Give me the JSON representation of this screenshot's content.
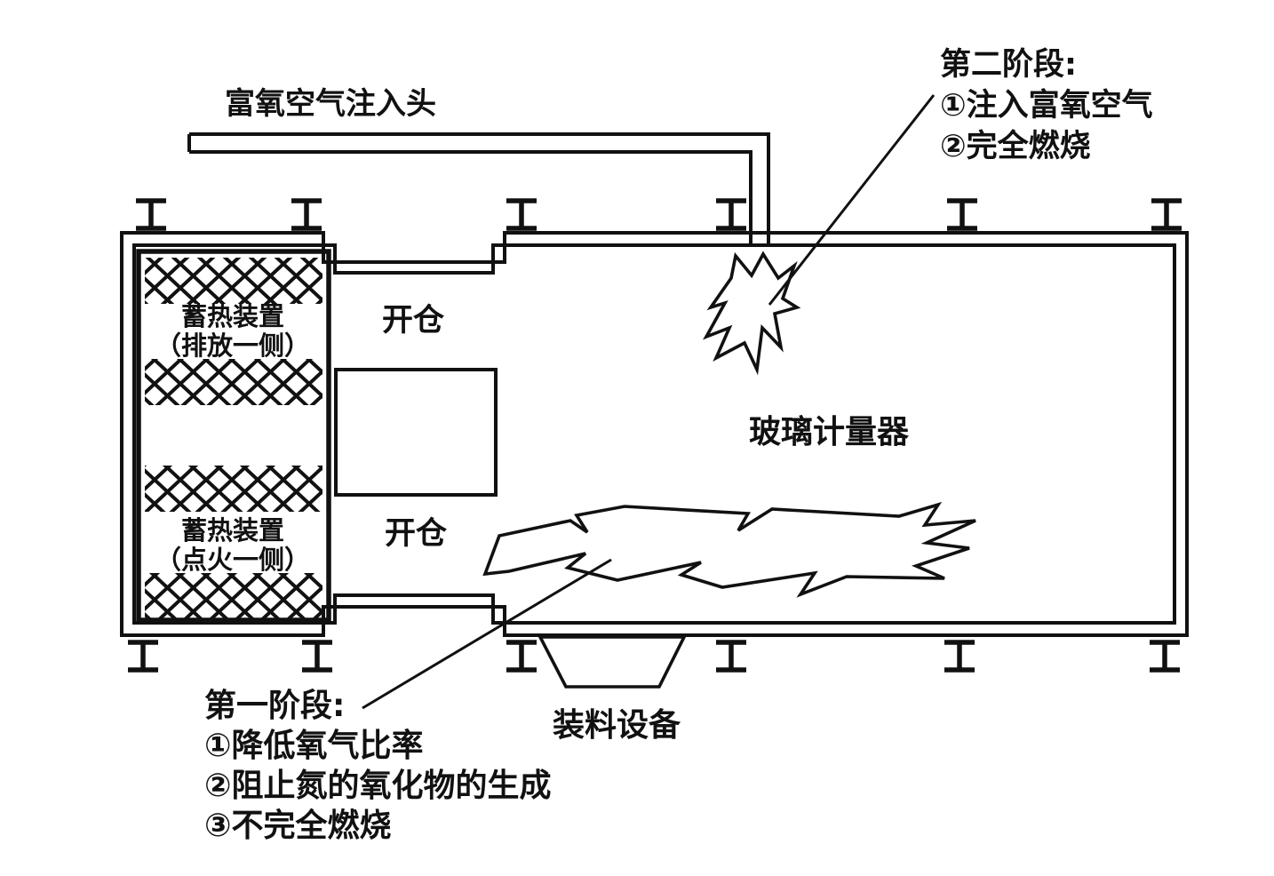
{
  "diagram": {
    "labels": {
      "injection_head": "富氧空气注入头",
      "stage2": {
        "title": "第二阶段:",
        "item1": "①注入富氧空气",
        "item2": "②完全燃烧"
      },
      "stage1": {
        "title": "第一阶段:",
        "item1": "①降低氧气比率",
        "item2": "②阻止氮的氧化物的生成",
        "item3": "③不完全燃烧"
      },
      "regenerator_discharge": {
        "line1": "蓄热装置",
        "line2": "（排放一侧）"
      },
      "regenerator_ignition": {
        "line1": "蓄热装置",
        "line2": "（点火一侧）"
      },
      "open_port_top": "开仓",
      "open_port_bottom": "开仓",
      "glass_meter": "玻璃计量器",
      "charging_equipment": "装料设备"
    },
    "colors": {
      "line": "#111111",
      "background": "#ffffff"
    }
  }
}
